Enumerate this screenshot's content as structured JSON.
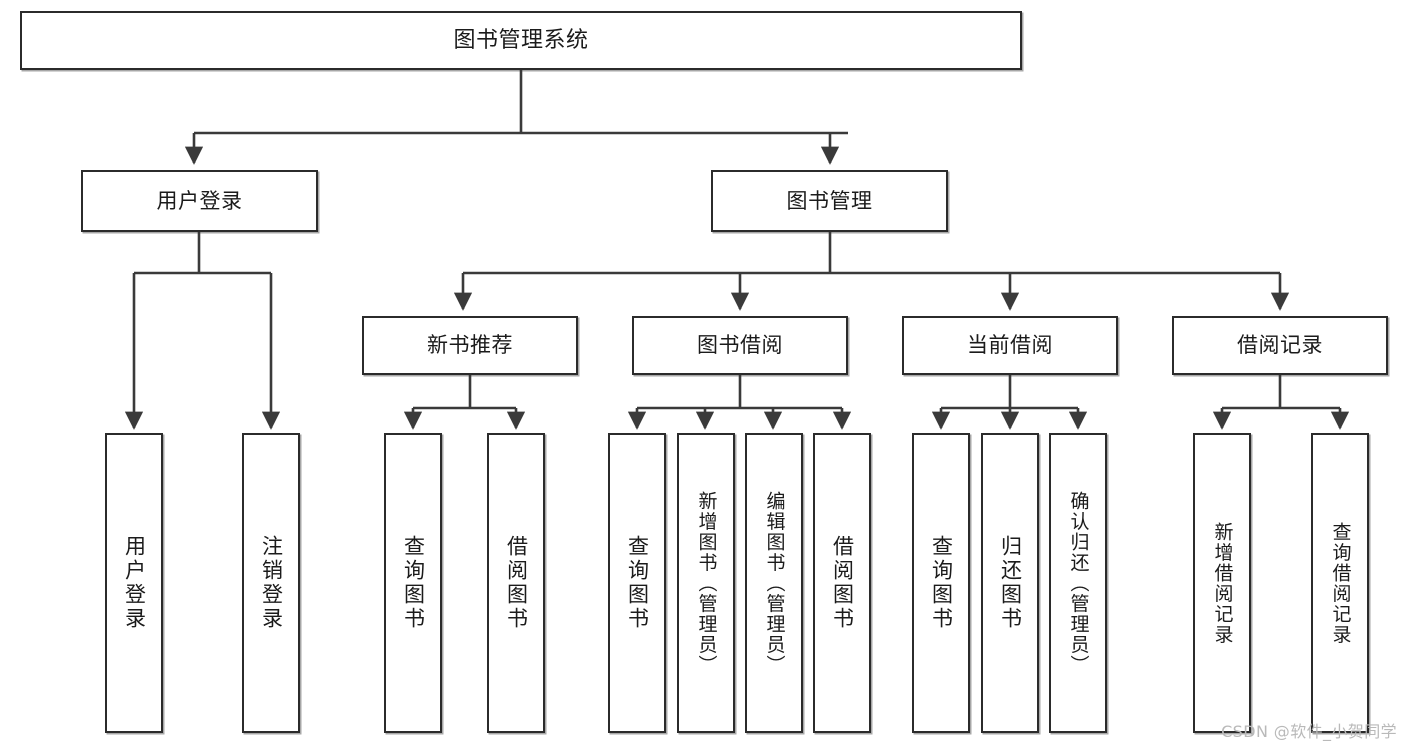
{
  "diagram": {
    "title": "图书管理系统",
    "type": "tree-hierarchy",
    "watermark": "CSDN @软件_小贺同学",
    "colors": {
      "box_border": "#2b2b2b",
      "box_fill": "#ffffff",
      "edge": "#3a3a3a",
      "text": "#1b1b1b",
      "watermark": "#b9b9b9"
    },
    "levels": {
      "level1": [
        {
          "id": "root",
          "label": "图书管理系统"
        }
      ],
      "level2": [
        {
          "id": "user-login",
          "label": "用户登录"
        },
        {
          "id": "book-manage",
          "label": "图书管理"
        }
      ],
      "level3": [
        {
          "id": "new-book-rec",
          "label": "新书推荐"
        },
        {
          "id": "book-borrow",
          "label": "图书借阅"
        },
        {
          "id": "current-borrow",
          "label": "当前借阅"
        },
        {
          "id": "borrow-record",
          "label": "借阅记录"
        }
      ],
      "level4": [
        {
          "id": "leaf-user-login",
          "label": "用户登录",
          "parent": "user-login"
        },
        {
          "id": "leaf-logout",
          "label": "注销登录",
          "parent": "user-login"
        },
        {
          "id": "leaf-query-book-1",
          "label": "查询图书",
          "parent": "new-book-rec"
        },
        {
          "id": "leaf-borrow-book-1",
          "label": "借阅图书",
          "parent": "new-book-rec"
        },
        {
          "id": "leaf-query-book-2",
          "label": "查询图书",
          "parent": "book-borrow"
        },
        {
          "id": "leaf-add-book",
          "label": "新增图书（管理员）",
          "parent": "book-borrow"
        },
        {
          "id": "leaf-edit-book",
          "label": "编辑图书（管理员）",
          "parent": "book-borrow"
        },
        {
          "id": "leaf-borrow-book-2",
          "label": "借阅图书",
          "parent": "book-borrow"
        },
        {
          "id": "leaf-query-book-3",
          "label": "查询图书",
          "parent": "current-borrow"
        },
        {
          "id": "leaf-return-book",
          "label": "归还图书",
          "parent": "current-borrow"
        },
        {
          "id": "leaf-confirm-return",
          "label": "确认归还（管理员）",
          "parent": "current-borrow"
        },
        {
          "id": "leaf-add-record",
          "label": "新增借阅记录",
          "parent": "borrow-record"
        },
        {
          "id": "leaf-query-record",
          "label": "查询借阅记录",
          "parent": "borrow-record"
        }
      ]
    }
  }
}
